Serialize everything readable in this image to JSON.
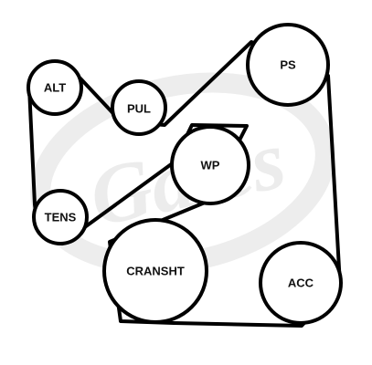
{
  "watermark": {
    "text": "Gates",
    "color": "#ececec"
  },
  "pulleys": {
    "alt": {
      "label": "ALT"
    },
    "pul": {
      "label": "PUL"
    },
    "ps": {
      "label": "PS"
    },
    "wp": {
      "label": "WP"
    },
    "tens": {
      "label": "TENS"
    },
    "cranksht": {
      "label": "CRANSHT"
    },
    "acc": {
      "label": "ACC"
    }
  },
  "colors": {
    "belt": "#000000",
    "pulley_fill": "#ffffff"
  }
}
